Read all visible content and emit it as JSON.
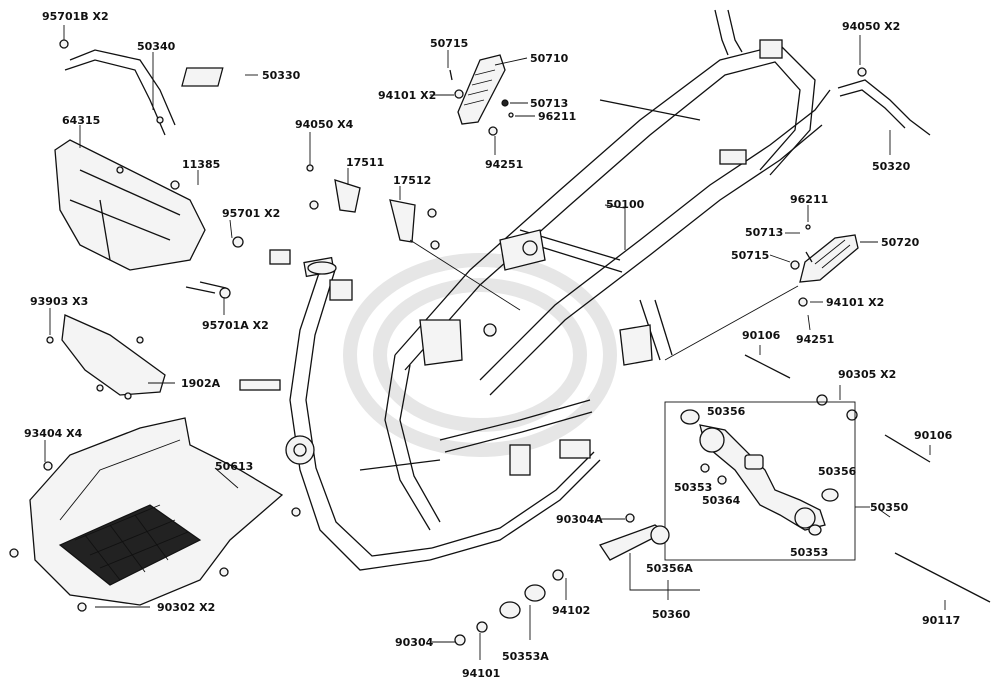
{
  "labels": [
    {
      "id": "95701B",
      "text": "95701B X2"
    },
    {
      "id": "50340",
      "text": "50340"
    },
    {
      "id": "50330",
      "text": "50330"
    },
    {
      "id": "64315",
      "text": "64315"
    },
    {
      "id": "11385",
      "text": "11385"
    },
    {
      "id": "95701",
      "text": "95701  X2"
    },
    {
      "id": "95701A",
      "text": "95701A X2"
    },
    {
      "id": "93903",
      "text": "93903  X3"
    },
    {
      "id": "1902A",
      "text": "1902A"
    },
    {
      "id": "93404",
      "text": "93404  X4"
    },
    {
      "id": "50613",
      "text": "50613"
    },
    {
      "id": "90302",
      "text": "90302  X2"
    },
    {
      "id": "94050a",
      "text": "94050  X4"
    },
    {
      "id": "17511",
      "text": "17511"
    },
    {
      "id": "17512",
      "text": "17512"
    },
    {
      "id": "50715a",
      "text": "50715"
    },
    {
      "id": "50710",
      "text": "50710"
    },
    {
      "id": "94101a",
      "text": "94101 X2"
    },
    {
      "id": "50713a",
      "text": "50713"
    },
    {
      "id": "96211a",
      "text": "96211"
    },
    {
      "id": "94251a",
      "text": "94251"
    },
    {
      "id": "50100",
      "text": "50100"
    },
    {
      "id": "94050b",
      "text": "94050  X2"
    },
    {
      "id": "50320",
      "text": "50320"
    },
    {
      "id": "96211b",
      "text": "96211"
    },
    {
      "id": "50713b",
      "text": "50713"
    },
    {
      "id": "50720",
      "text": "50720"
    },
    {
      "id": "50715b",
      "text": "50715"
    },
    {
      "id": "94101b",
      "text": "94101 X2"
    },
    {
      "id": "94251b",
      "text": "94251"
    },
    {
      "id": "90106a",
      "text": "90106"
    },
    {
      "id": "90305",
      "text": "90305  X2"
    },
    {
      "id": "50356a",
      "text": "50356"
    },
    {
      "id": "90106b",
      "text": "90106"
    },
    {
      "id": "50356b",
      "text": "50356"
    },
    {
      "id": "50353a",
      "text": "50353"
    },
    {
      "id": "50364",
      "text": "50364"
    },
    {
      "id": "50350",
      "text": "50350"
    },
    {
      "id": "50353b",
      "text": "50353"
    },
    {
      "id": "90304A",
      "text": "90304A"
    },
    {
      "id": "50356A",
      "text": "50356A"
    },
    {
      "id": "50360",
      "text": "50360"
    },
    {
      "id": "94102",
      "text": "94102"
    },
    {
      "id": "90304",
      "text": "90304"
    },
    {
      "id": "94101c",
      "text": "94101"
    },
    {
      "id": "50353A",
      "text": "50353A"
    },
    {
      "id": "90117",
      "text": "90117"
    }
  ]
}
